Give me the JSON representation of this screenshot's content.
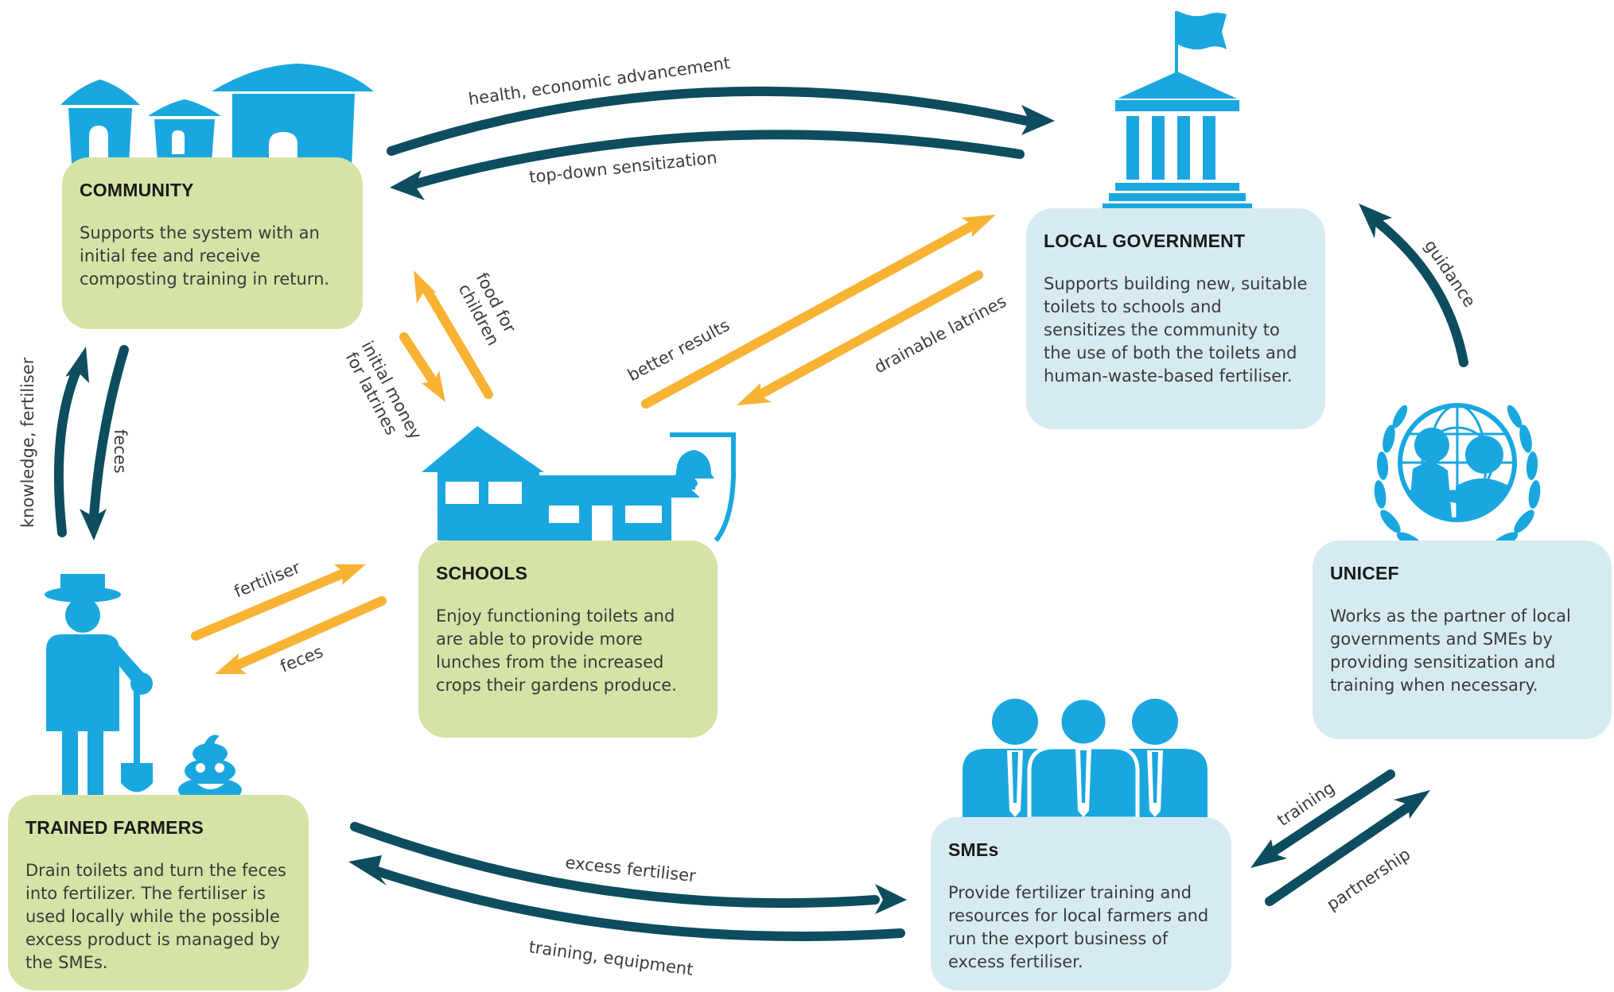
{
  "colors": {
    "icon_blue": "#1aa7e0",
    "arrow_navy": "#0d4d5f",
    "arrow_orange": "#f8b334",
    "box_green": "#d5e3a6",
    "box_blue": "#d6ebf1"
  },
  "boxes": {
    "community": {
      "title": "COMMUNITY",
      "text": "Supports the system with an initial fee and receive composting training in return."
    },
    "local_government": {
      "title": "LOCAL GOVERNMENT",
      "text": "Supports building new, suitable toilets to schools and sensitizes the community to the use of both the toilets and human-waste-based fertiliser."
    },
    "schools": {
      "title": "SCHOOLS",
      "text": "Enjoy functioning toilets and are able to provide more lunches from the increased crops their gardens produce."
    },
    "unicef": {
      "title": "UNICEF",
      "text": "Works as the partner of local governments and SMEs by providing sensitization and training when necessary."
    },
    "trained_farmers": {
      "title": "TRAINED FARMERS",
      "text": "Drain toilets and turn the feces into fertilizer. The fertiliser is used locally while the possible excess product is managed by the SMEs."
    },
    "smes": {
      "title": "SMEs",
      "text": "Provide fertilizer training and resources for local farmers and run the export business of excess fertiliser."
    }
  },
  "flows": {
    "health": "health, economic advancement",
    "topdown": "top-down sensitization",
    "food1": "food for",
    "food2": "children",
    "money1": "initial money",
    "money2": "for latrines",
    "better": "better results",
    "drainable": "drainable latrines",
    "guidance": "guidance",
    "knowledge": "knowledge, fertiliser",
    "feces_vertical": "feces",
    "fertiliser": "fertiliser",
    "feces_diag": "feces",
    "excess": "excess fertiliser",
    "training_equipment": "training, equipment",
    "training": "training",
    "partnership": "partnership"
  },
  "icons": [
    "huts-icon",
    "government-building-icon",
    "school-icon",
    "bell-icon",
    "unicef-emblem-icon",
    "farmer-icon",
    "shovel-icon",
    "poop-icon",
    "business-people-icon"
  ]
}
